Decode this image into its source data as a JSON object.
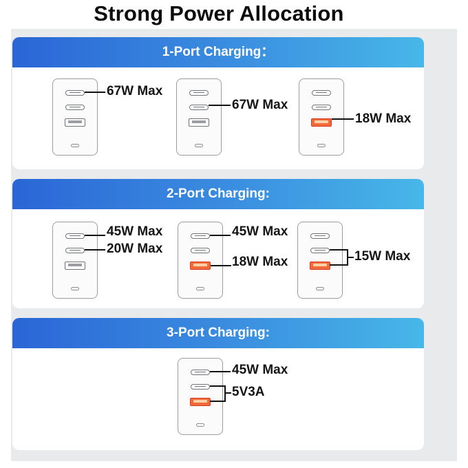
{
  "title": "Strong Power Allocation",
  "colors": {
    "header_gradient_start": "#2a66d6",
    "header_gradient_end": "#47b7e8",
    "active_usb_a": "#f26a3a",
    "panel_background": "#e9eaec"
  },
  "icons": [
    "usb-c-port-icon",
    "usb-a-port-icon",
    "indicator-light-icon"
  ],
  "sections": [
    {
      "heading": "1-Port Charging：",
      "chargers": [
        {
          "labels": [
            "67W Max"
          ],
          "active_ports": [
            "usb-c-1"
          ]
        },
        {
          "labels": [
            "67W Max"
          ],
          "active_ports": [
            "usb-c-2"
          ]
        },
        {
          "labels": [
            "18W Max"
          ],
          "active_ports": [
            "usb-a"
          ]
        }
      ]
    },
    {
      "heading": "2-Port Charging:",
      "chargers": [
        {
          "labels": [
            "45W Max",
            "20W Max"
          ],
          "active_ports": [
            "usb-c-1",
            "usb-c-2"
          ]
        },
        {
          "labels": [
            "45W Max",
            "18W Max"
          ],
          "active_ports": [
            "usb-c-1",
            "usb-a"
          ]
        },
        {
          "labels": [
            "15W Max"
          ],
          "active_ports": [
            "usb-c-2",
            "usb-a"
          ]
        }
      ]
    },
    {
      "heading": "3-Port Charging:",
      "chargers": [
        {
          "labels": [
            "45W Max",
            "5V3A"
          ],
          "active_ports": [
            "usb-c-1",
            "usb-c-2",
            "usb-a"
          ]
        }
      ]
    }
  ]
}
